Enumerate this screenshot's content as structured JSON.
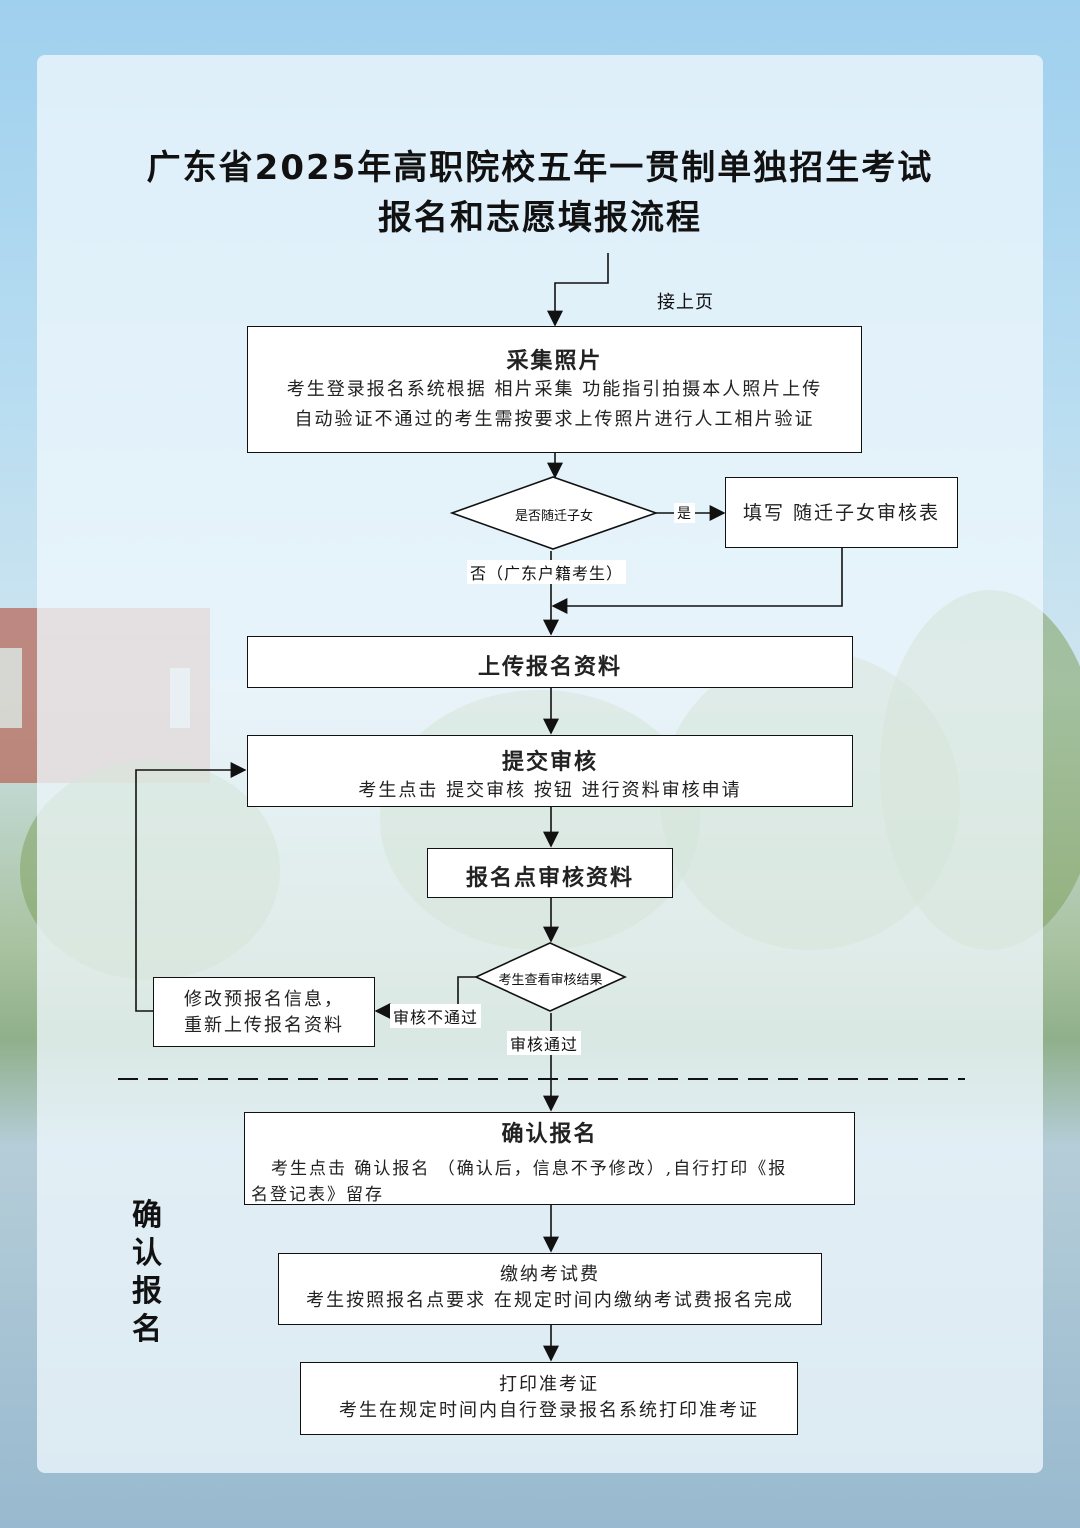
{
  "title": {
    "line1": "广东省2025年高职院校五年一贯制单独招生考试",
    "line2": "报名和志愿填报流程"
  },
  "continue_label": "接上页",
  "steps": {
    "photo": {
      "heading": "采集照片",
      "line1": "考生登录报名系统根据 相片采集 功能指引拍摄本人照片上传",
      "line2": "自动验证不通过的考生需按要求上传照片进行人工相片验证"
    },
    "decision_migrant": "是否随迁子女",
    "yes_label": "是",
    "no_label": "否（广东户籍考生）",
    "migrant_form": "填写   随迁子女审核表",
    "upload": "上传报名资料",
    "submit": {
      "heading": "提交审核",
      "line1": "考生点击  提交审核  按钮   进行资料审核申请"
    },
    "site_review": "报名点审核资料",
    "decision_result": "考生查看审核结果",
    "fail_label": "审核不通过",
    "pass_label": "审核通过",
    "modify": {
      "line1": "修改预报名信息，",
      "line2": "重新上传报名资料"
    },
    "confirm": {
      "heading": "确认报名",
      "line1": "考生点击  确认报名  （确认后，信息不予修改）,自行打印《报",
      "line2": "名登记表》留存"
    },
    "fee": {
      "heading": "缴纳考试费",
      "line1": "考生按照报名点要求 在规定时间内缴纳考试费报名完成"
    },
    "ticket": {
      "heading": "打印准考证",
      "line1": "考生在规定时间内自行登录报名系统打印准考证"
    }
  },
  "side_label": [
    "确",
    "认",
    "报",
    "名"
  ]
}
